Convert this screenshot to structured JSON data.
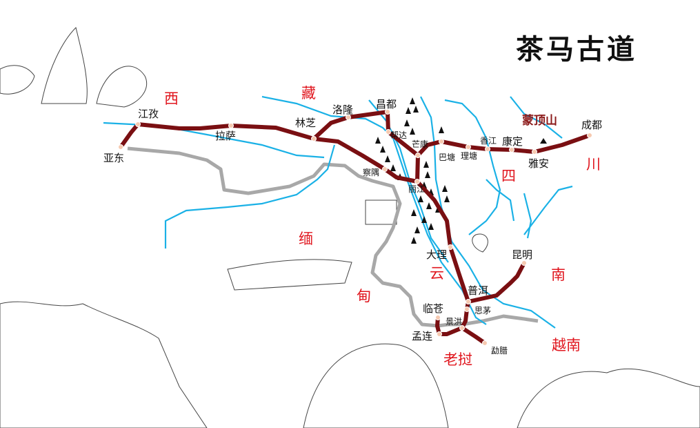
{
  "title": "茶马古道",
  "landmark": "蒙顶山",
  "regions": {
    "xi": "西",
    "zang": "藏",
    "si": "四",
    "chuan": "川",
    "mian": "缅",
    "dian": "甸",
    "yun": "云",
    "nan": "南",
    "yuenan": "越南",
    "laowo": "老挝"
  },
  "cities": {
    "yadong": "亚东",
    "jiangzi": "江孜",
    "lasa": "拉萨",
    "linzhi": "林芝",
    "luolong": "洛隆",
    "changdu": "昌都",
    "bangda": "帮达",
    "mangkang": "芒康",
    "batang": "巴塘",
    "litang": "理塘",
    "xiangjiang": "香江",
    "kangding": "康定",
    "yaan": "雅安",
    "chengdu": "成都",
    "chayu": "察隅",
    "lijiang": "丽江",
    "dali": "大理",
    "kunming": "昆明",
    "puer": "普洱",
    "simao": "思茅",
    "lincang": "临苍",
    "jinghong": "景洪",
    "menglian": "孟连",
    "mengla": "勐腊"
  },
  "colors": {
    "route": "#7a0f12",
    "river": "#1ab1e6",
    "border": "#a8a8a8",
    "region_label": "#e0161e"
  }
}
